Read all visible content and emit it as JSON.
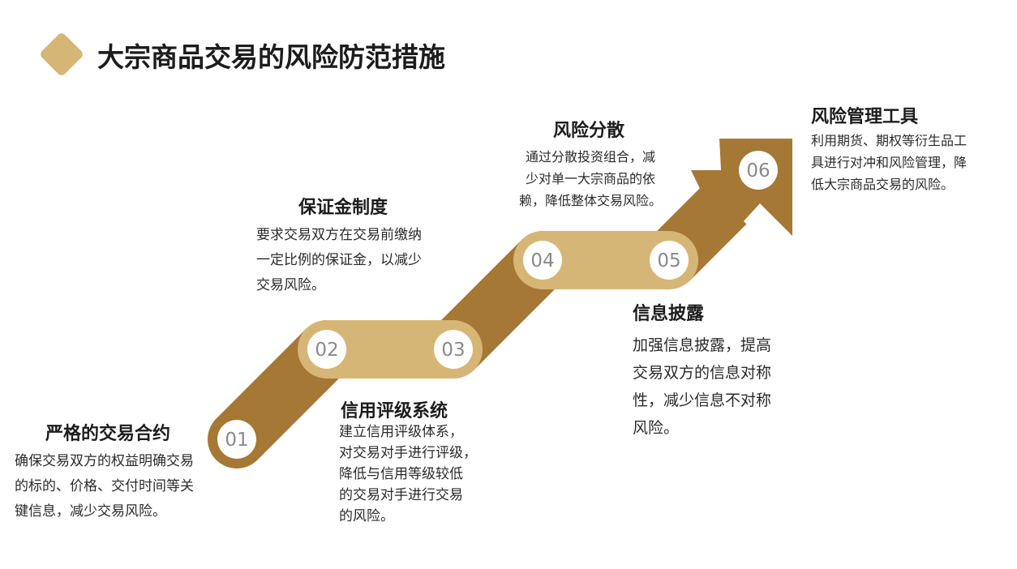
{
  "title": "大宗商品交易的风险防范措施",
  "accent_colors": {
    "dark": "#a67835",
    "light": "#d6b677"
  },
  "steps": [
    {
      "number": "01",
      "heading": "严格的交易合约",
      "lines": [
        "确保交易双方的权益明确交易",
        "的标的、价格、交付时间等关",
        "键信息，减少交易风险。"
      ]
    },
    {
      "number": "02",
      "heading": "保证金制度",
      "lines": [
        "要求交易双方在交易前缴纳",
        "一定比例的保证金，以减少",
        "交易风险。"
      ]
    },
    {
      "number": "03",
      "heading": "信用评级系统",
      "lines": [
        "建立信用评级体系，",
        "对交易对手进行评级，",
        "降低与信用等级较低",
        "的交易对手进行交易",
        "的风险。"
      ]
    },
    {
      "number": "04",
      "heading": "风险分散",
      "lines": [
        "通过分散投资组合，减",
        "少对单一大宗商品的依",
        "赖，降低整体交易风险。"
      ]
    },
    {
      "number": "05",
      "heading": "信息披露",
      "lines": [
        "加强信息披露，提高",
        "交易双方的信息对称",
        "性，减少信息不对称",
        "风险。"
      ]
    },
    {
      "number": "06",
      "heading": "风险管理工具",
      "lines": [
        "利用期货、期权等衍生品工",
        "具进行对冲和风险管理，降",
        "低大宗商品交易的风险。"
      ]
    }
  ]
}
